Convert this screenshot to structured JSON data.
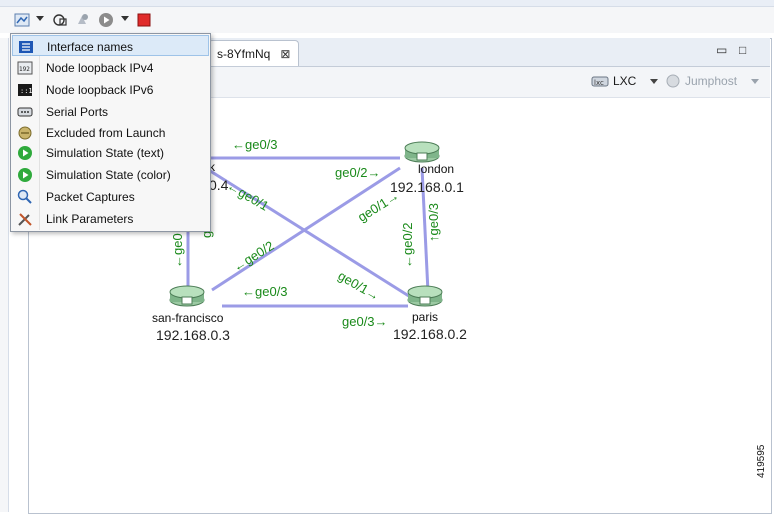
{
  "toolbar": {
    "buttons": [
      {
        "name": "display-options-icon"
      },
      {
        "name": "refresh-icon"
      },
      {
        "name": "recycle-icon"
      },
      {
        "name": "play-icon"
      },
      {
        "name": "stop-icon"
      }
    ]
  },
  "editor_tab": {
    "label": "s-8YfmNq",
    "close_glyph": "⊠",
    "minimize_glyph": "▭",
    "maximize_glyph": "□"
  },
  "canvas_tools": {
    "lxc_label": "LXC",
    "jumphost_label": "Jumphost"
  },
  "menu": {
    "items": [
      {
        "label": "Interface names",
        "icon": "interface-names-icon",
        "selected": true
      },
      {
        "label": "Node loopback IPv4",
        "icon": "ipv4-icon",
        "selected": false
      },
      {
        "label": "Node loopback IPv6",
        "icon": "ipv6-icon",
        "selected": false
      },
      {
        "label": "Serial Ports",
        "icon": "serial-port-icon",
        "selected": false
      },
      {
        "label": "Excluded from Launch",
        "icon": "excluded-icon",
        "selected": false
      },
      {
        "label": "Simulation State (text)",
        "icon": "sim-state-text-icon",
        "selected": false
      },
      {
        "label": "Simulation State (color)",
        "icon": "sim-state-color-icon",
        "selected": false
      },
      {
        "label": "Packet Captures",
        "icon": "packet-capture-icon",
        "selected": false
      },
      {
        "label": "Link Parameters",
        "icon": "link-params-icon",
        "selected": false
      }
    ]
  },
  "topology": {
    "nodes": {
      "newyork": {
        "label": "k",
        "ip": "0.4"
      },
      "london": {
        "label": "london",
        "ip": "192.168.0.1"
      },
      "paris": {
        "label": "paris",
        "ip": "192.168.0.2"
      },
      "sanfran": {
        "label": "san-francisco",
        "ip": "192.168.0.3"
      }
    },
    "interfaces": {
      "ny_london": "←ge0/3",
      "london_ny": "ge0/2→",
      "ny_paris": "←ge0/1",
      "paris_ny": "ge0/1→",
      "london_sf": "ge0/1→",
      "sf_london": "←ge0/2",
      "london_paris": "↑ge0/3",
      "paris_london": "←ge0/2",
      "sf_paris": "←ge0/3",
      "paris_sf": "ge0/3→",
      "ny_sf_a": "←ge0",
      "ny_sf_b": "g"
    },
    "colors": {
      "link": "#9b9be6",
      "label": "#1a8a1a",
      "router": "#7fb58a"
    }
  },
  "figure_id": "419595"
}
